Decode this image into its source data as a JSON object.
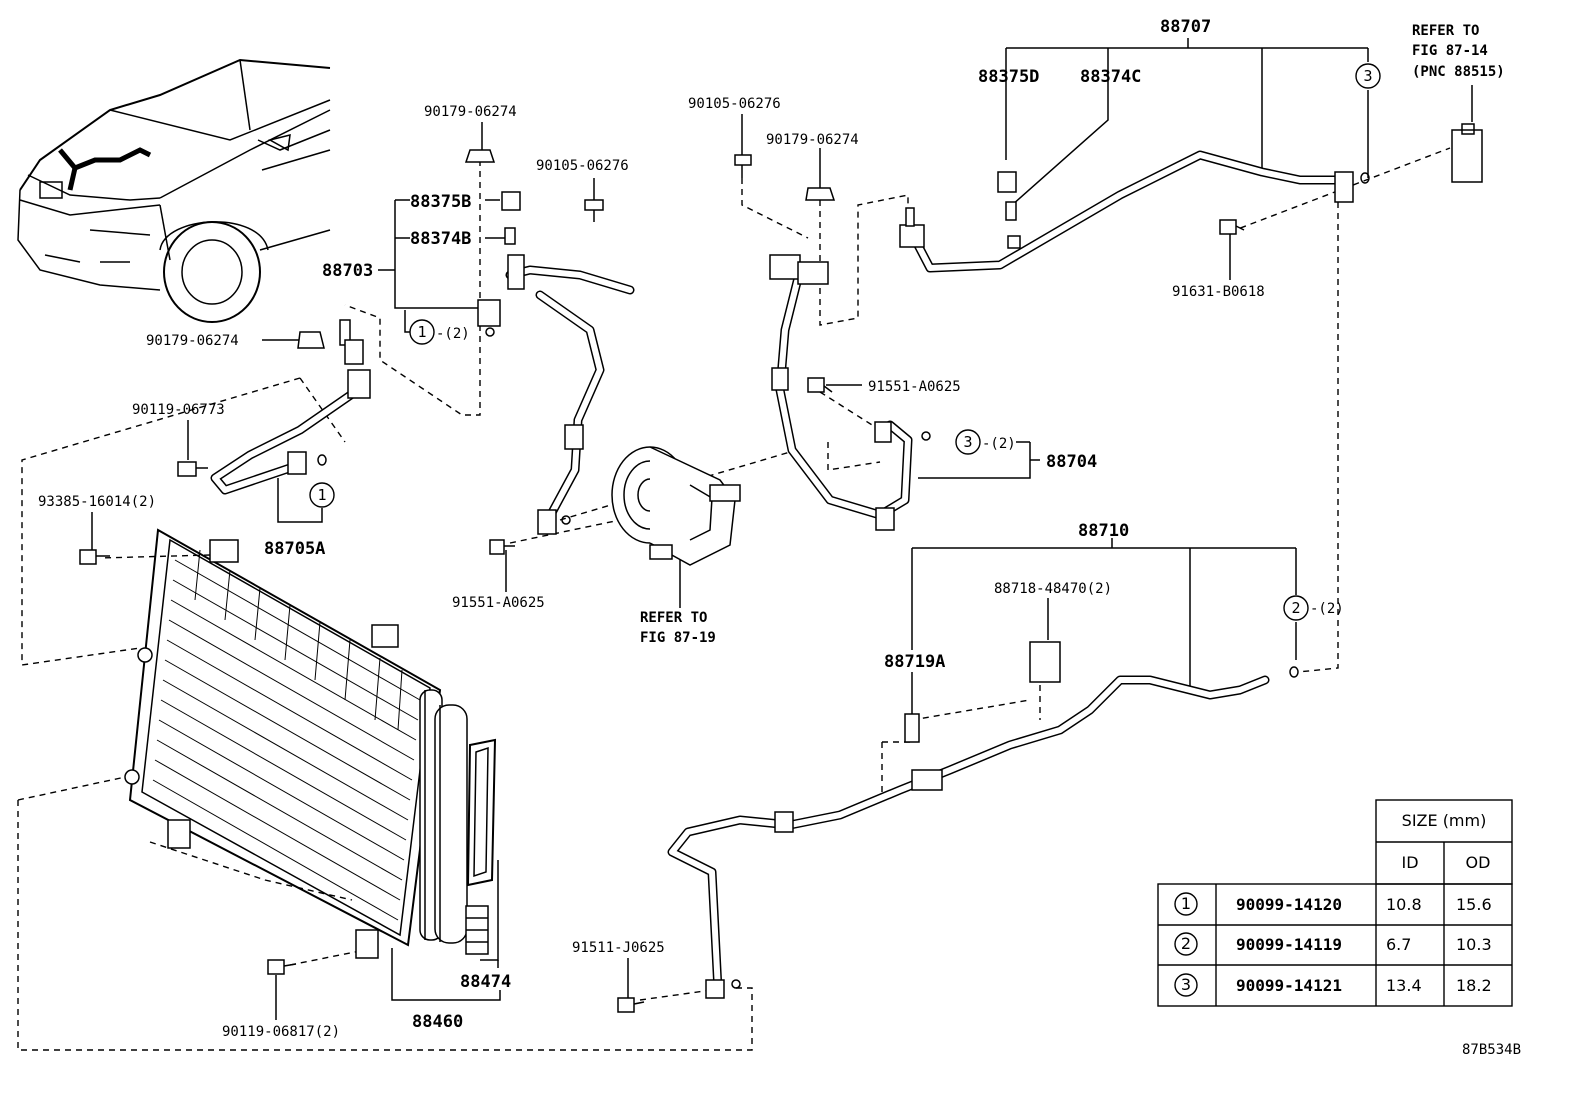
{
  "diagram_code": "87B534B",
  "labels": {
    "l88707": "88707",
    "l88375D": "88375D",
    "l88374C": "88374C",
    "ref_top_1": "REFER TO",
    "ref_top_2": "FIG 87-14",
    "ref_top_3": "(PNC 88515)",
    "l91631": "91631-B0618",
    "l90179_a": "90179-06274",
    "l90105_a": "90105-06276",
    "l90105_b": "90105-06276",
    "l90179_b": "90179-06274",
    "l88375B": "88375B",
    "l88374B": "88374B",
    "l88703": "88703",
    "l90179_c": "90179-06274",
    "l90119_a": "90119-06773",
    "l91551_a": "91551-A0625",
    "l88704": "88704",
    "l93385": "93385-16014(2)",
    "l88705A": "88705A",
    "l91551_b": "91551-A0625",
    "ref_mid_1": "REFER TO",
    "ref_mid_2": "FIG 87-19",
    "l88710": "88710",
    "l88718": "88718-48470(2)",
    "l88719A": "88719A",
    "l91511": "91511-J0625",
    "l88474": "88474",
    "l88460": "88460",
    "l90119_b": "90119-06817(2)",
    "qty2": "-(2)",
    "qty2b": "-(2)",
    "qty2c": "-(2)"
  },
  "callouts": {
    "c1a": "1",
    "c1b": "1",
    "c3a": "3",
    "c3b": "3",
    "c2": "2"
  },
  "size_table": {
    "header": "SIZE (mm)",
    "col_id": "ID",
    "col_od": "OD",
    "rows": [
      {
        "ref": "1",
        "part": "90099-14120",
        "id": "10.8",
        "od": "15.6"
      },
      {
        "ref": "2",
        "part": "90099-14119",
        "id": "6.7",
        "od": "10.3"
      },
      {
        "ref": "3",
        "part": "90099-14121",
        "id": "13.4",
        "od": "18.2"
      }
    ]
  }
}
